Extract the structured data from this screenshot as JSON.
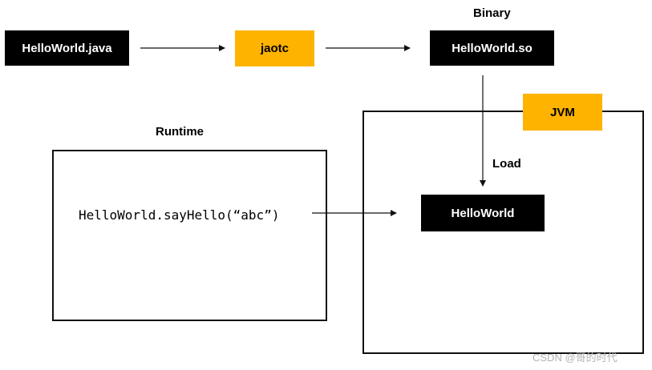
{
  "source_box": {
    "label": "HelloWorld.java"
  },
  "compiler_box": {
    "label": "jaotc"
  },
  "binary_box": {
    "title": "Binary",
    "label": "HelloWorld.so"
  },
  "jvm": {
    "label": "JVM",
    "class_box_label": "HelloWorld",
    "load_label": "Load"
  },
  "runtime": {
    "title": "Runtime",
    "code": "HelloWorld.sayHello(“abc”)"
  },
  "watermark": {
    "text": "CSDN @哥的时代"
  },
  "colors": {
    "dark_box": "#000000",
    "accent_box": "#FDB300",
    "line": "#111111"
  }
}
